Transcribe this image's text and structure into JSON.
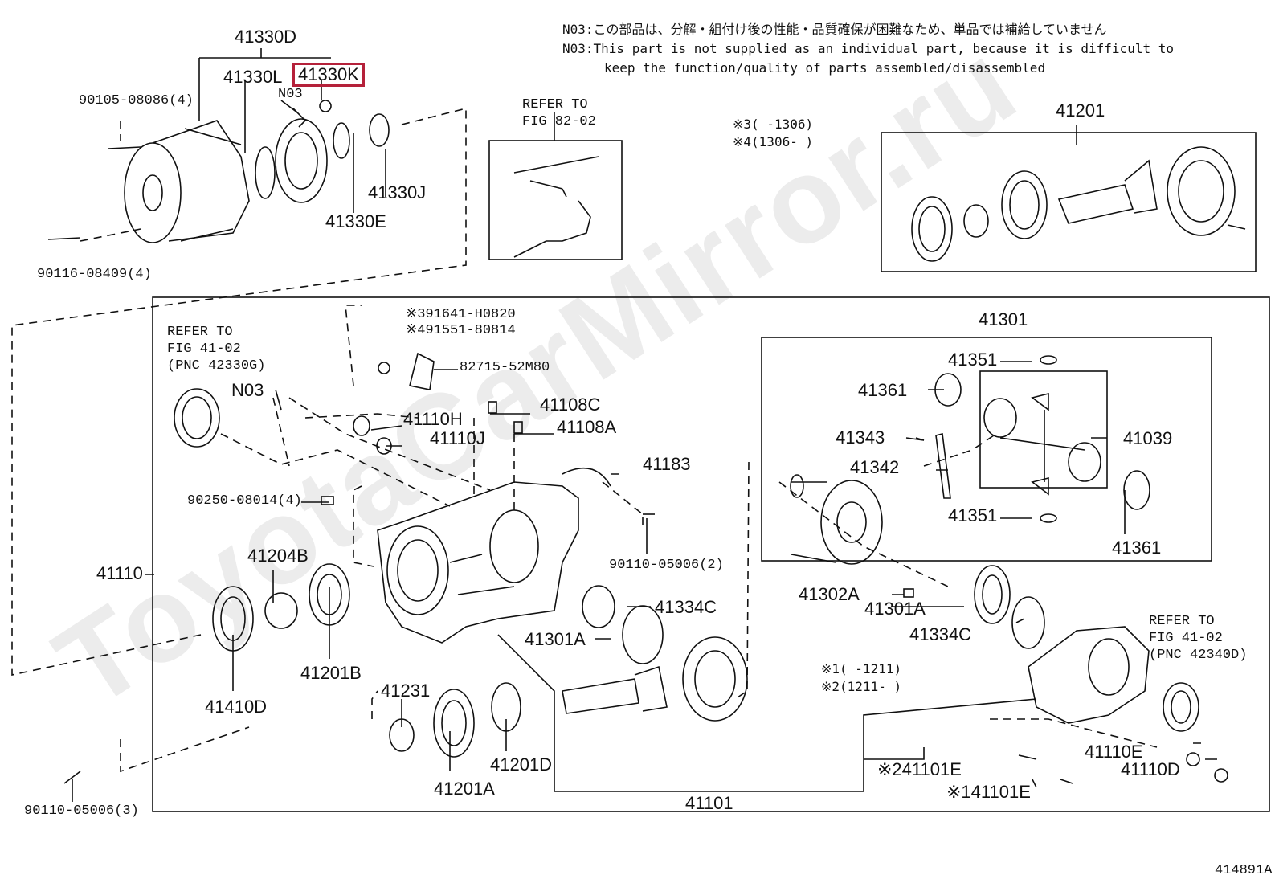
{
  "watermark": "ToyotaCarMirror.ru",
  "diagram_id": "414891A",
  "notes": {
    "n03_jp": "N03:この部品は、分解・組付け後の性能・品質確保が困難なため、単品では補給していません",
    "n03_en1": "N03:This part is not supplied as an individual part, because it is difficult to",
    "n03_en2": "keep the function/quality of parts assembled/disassembled",
    "s3": "※3(   -1306)",
    "s4": "※4(1306-   )",
    "s1": "※1(   -1211)",
    "s2": "※2(1211-   )"
  },
  "refs": {
    "fig82": [
      "REFER TO",
      "FIG 82-02"
    ],
    "fig41a": [
      "REFER TO",
      "FIG 41-02",
      "(PNC 42330G)"
    ],
    "fig41b": [
      "REFER TO",
      "FIG 41-02",
      "(PNC 42340D)"
    ]
  },
  "highlight_color": "#b5213a",
  "parts": {
    "p41330D": "41330D",
    "p41330L": "41330L",
    "p41330K": "41330K",
    "pN03a": "N03",
    "p90105": "90105-08086(4)",
    "p90116": "90116-08409(4)",
    "p41330J": "41330J",
    "p41330E": "41330E",
    "p41201": "41201",
    "p91641": "※391641-H0820",
    "p91551": "※491551-80814",
    "p82715": "82715-52M80",
    "pN03b": "N03",
    "p41110H": "41110H",
    "p41110J": "41110J",
    "p41108C": "41108C",
    "p41108A": "41108A",
    "p41183": "41183",
    "p90250": "90250-08014(4)",
    "p90110a": "90110-05006(2)",
    "p41110": "41110",
    "p41204B": "41204B",
    "p41334Ca": "41334C",
    "p41301Aa": "41301A",
    "p41410D": "41410D",
    "p41201B": "41201B",
    "p41231": "41231",
    "p41201A": "41201A",
    "p41201D": "41201D",
    "p41101": "41101",
    "p90110b": "90110-05006(3)",
    "p41301": "41301",
    "p41351a": "41351",
    "p41361a": "41361",
    "p41343": "41343",
    "p41342": "41342",
    "p41039": "41039",
    "p41351b": "41351",
    "p41361b": "41361",
    "p41302A": "41302A",
    "p41301Ab": "41301A",
    "p41334Cb": "41334C",
    "p41110E": "41110E",
    "p41110D": "41110D",
    "p41101E2": "※241101E",
    "p41101E1": "※141101E"
  }
}
